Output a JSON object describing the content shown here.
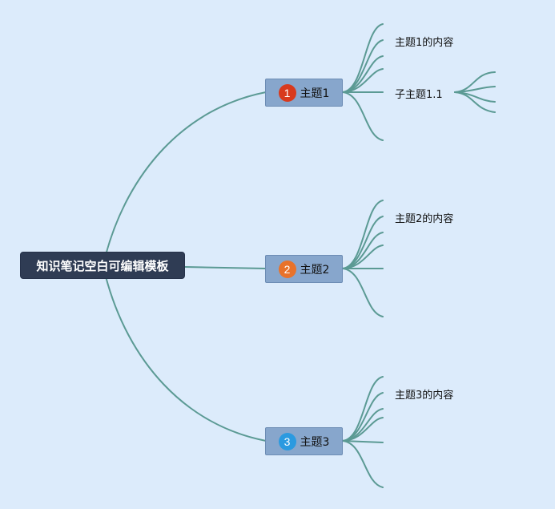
{
  "root": {
    "label": "知识笔记空白可编辑模板"
  },
  "topics": [
    {
      "number": "1",
      "label": "主题1",
      "badge_color": "#d83a1e",
      "content": "主题1的内容",
      "subtopic": "子主题1.1"
    },
    {
      "number": "2",
      "label": "主题2",
      "badge_color": "#e8722a",
      "content": "主题2的内容"
    },
    {
      "number": "3",
      "label": "主题3",
      "badge_color": "#2b9ae0",
      "content": "主题3的内容"
    }
  ],
  "colors": {
    "background": "#dcebfb",
    "connector": "#5b9a94",
    "root_fill": "#2f3c54",
    "topic_fill": "#87a6cc"
  }
}
